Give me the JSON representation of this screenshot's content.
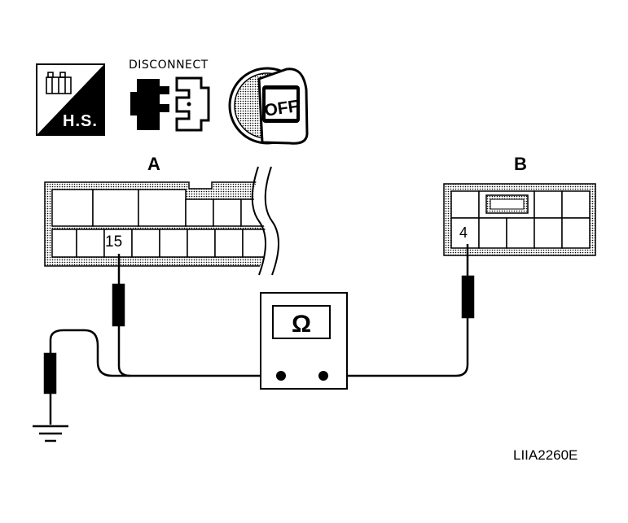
{
  "icons": {
    "harness_side": {
      "name": "harness-side-icon",
      "label": "H.S."
    },
    "disconnect": {
      "name": "disconnect-icon",
      "label": "DISCONNECT"
    },
    "ignition": {
      "name": "ignition-off-icon",
      "label": "OFF"
    }
  },
  "connectors": {
    "a": {
      "label": "A",
      "pin": "15"
    },
    "b": {
      "label": "B",
      "pin": "4"
    }
  },
  "meter": {
    "symbol": "Ω"
  },
  "doc_code": "LIIA2260E"
}
